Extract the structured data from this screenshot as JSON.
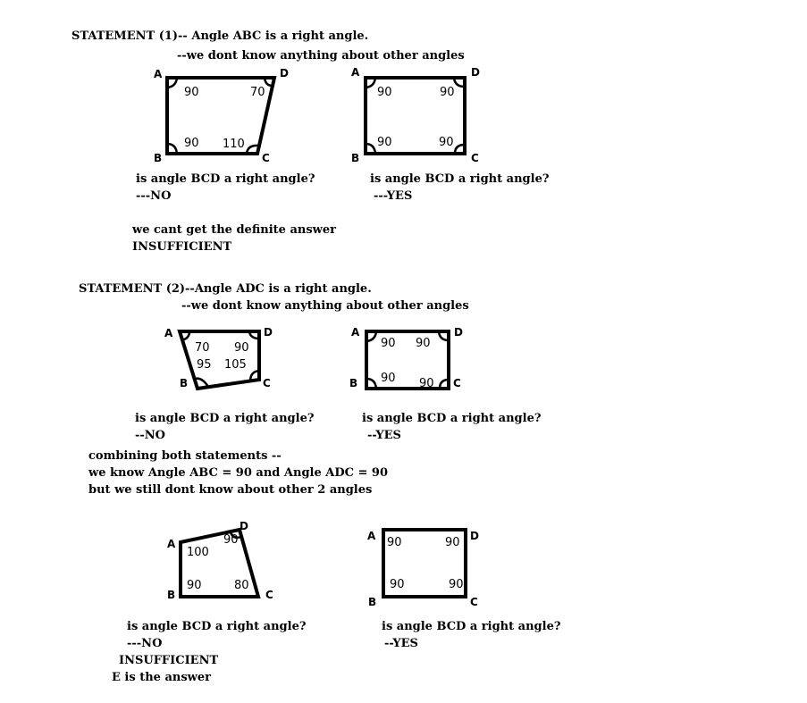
{
  "statement1": {
    "title": "STATEMENT (1)-- Angle ABC is a right angle.",
    "note": "--we dont know anything about other angles",
    "fig_left": {
      "vertices": {
        "a": "A",
        "b": "B",
        "c": "C",
        "d": "D"
      },
      "angles": {
        "a": "90",
        "d": "70",
        "b": "90",
        "c": "110"
      },
      "question": "is angle BCD a right angle?",
      "answer": "---NO"
    },
    "fig_right": {
      "vertices": {
        "a": "A",
        "b": "B",
        "c": "C",
        "d": "D"
      },
      "angles": {
        "a": "90",
        "d": "90",
        "b": "90",
        "c": "90"
      },
      "question": "is angle BCD a right angle?",
      "answer": "---YES"
    },
    "conclusion": "we cant get the definite answer",
    "verdict": "INSUFFICIENT"
  },
  "statement2": {
    "title": "STATEMENT (2)--Angle ADC is a right angle.",
    "note": "--we dont know anything about other angles",
    "fig_left": {
      "vertices": {
        "a": "A",
        "b": "B",
        "c": "C",
        "d": "D"
      },
      "angles": {
        "a": "70",
        "d": "90",
        "b": "95",
        "c": "105"
      },
      "question": "is angle BCD a right angle?",
      "answer": "--NO"
    },
    "fig_right": {
      "vertices": {
        "a": "A",
        "b": "B",
        "c": "C",
        "d": "D"
      },
      "angles": {
        "a": "90",
        "d": "90",
        "b": "90",
        "c": "90"
      },
      "question": "is angle BCD a right angle?",
      "answer": "--YES"
    }
  },
  "combined": {
    "line1": "combining both statements --",
    "line2": "we know Angle ABC = 90 and Angle ADC = 90",
    "line3": "but we still dont know about other 2 angles",
    "fig_left": {
      "vertices": {
        "a": "A",
        "b": "B",
        "c": "C",
        "d": "D"
      },
      "angles": {
        "a": "100",
        "d": "90",
        "b": "90",
        "c": "80"
      },
      "question": "is angle BCD a right angle?",
      "answer": "---NO",
      "verdict": "INSUFFICIENT",
      "final": "E is the answer"
    },
    "fig_right": {
      "vertices": {
        "a": "A",
        "b": "B",
        "c": "C",
        "d": "D"
      },
      "angles": {
        "a": "90",
        "d": "90",
        "b": "90",
        "c": "90"
      },
      "question": "is angle BCD a right angle?",
      "answer": "--YES"
    }
  }
}
